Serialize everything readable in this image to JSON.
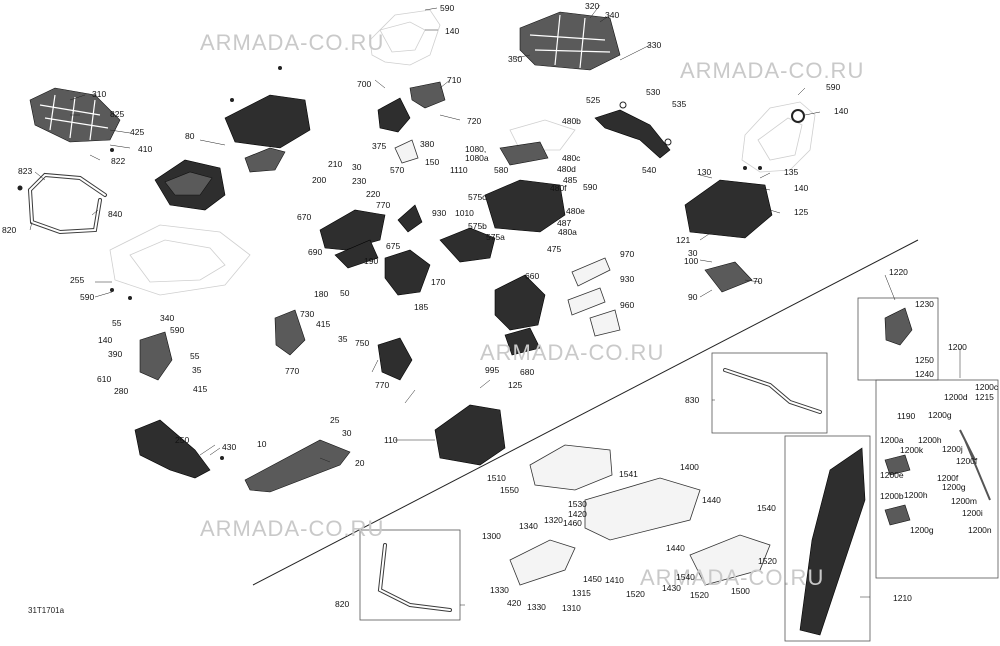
{
  "diagram": {
    "footer_code": "31T1701a",
    "watermark": "ARMADA-CO.RU",
    "callouts": [
      "590",
      "140",
      "320",
      "340",
      "330",
      "350",
      "310",
      "825",
      "425",
      "410",
      "822",
      "823",
      "820",
      "840",
      "80",
      "700",
      "710",
      "720",
      "375",
      "380",
      "150",
      "570",
      "210",
      "30",
      "230",
      "200",
      "220",
      "1080,\n1080a",
      "480b",
      "480c",
      "480d",
      "485",
      "480f",
      "590",
      "480e",
      "480a",
      "487",
      "475",
      "580",
      "1110",
      "575c",
      "575b",
      "575a",
      "525",
      "530",
      "535",
      "540",
      "130",
      "135",
      "140",
      "125",
      "121",
      "30",
      "100",
      "70",
      "90",
      "590",
      "140",
      "670",
      "770",
      "930",
      "1010",
      "690",
      "675",
      "190",
      "170",
      "185",
      "970",
      "930",
      "960",
      "660",
      "680",
      "255",
      "590",
      "55",
      "340",
      "590",
      "140",
      "390",
      "55",
      "610",
      "35",
      "280",
      "415",
      "180",
      "50",
      "730",
      "415",
      "35",
      "770",
      "750",
      "770",
      "995",
      "125",
      "250",
      "430",
      "10",
      "25",
      "30",
      "20",
      "110",
      "1220",
      "1230",
      "1250",
      "1240",
      "1200",
      "830",
      "1510",
      "1541",
      "1550",
      "1400",
      "1440",
      "1530",
      "1420",
      "1460",
      "1320",
      "1340",
      "1300",
      "1440",
      "1540",
      "1520",
      "1330",
      "420",
      "1330",
      "1315",
      "1310",
      "1450",
      "1410",
      "1520",
      "1430",
      "1540",
      "1520",
      "1500",
      "1200c",
      "1200d",
      "1215",
      "1190",
      "1200g",
      "1200a",
      "1200h",
      "1200k",
      "1200j",
      "1200e",
      "1200f",
      "1200f",
      "1200b",
      "1200g",
      "1200h",
      "1200m",
      "1200i",
      "1200g",
      "1200n",
      "820",
      "1210"
    ]
  }
}
